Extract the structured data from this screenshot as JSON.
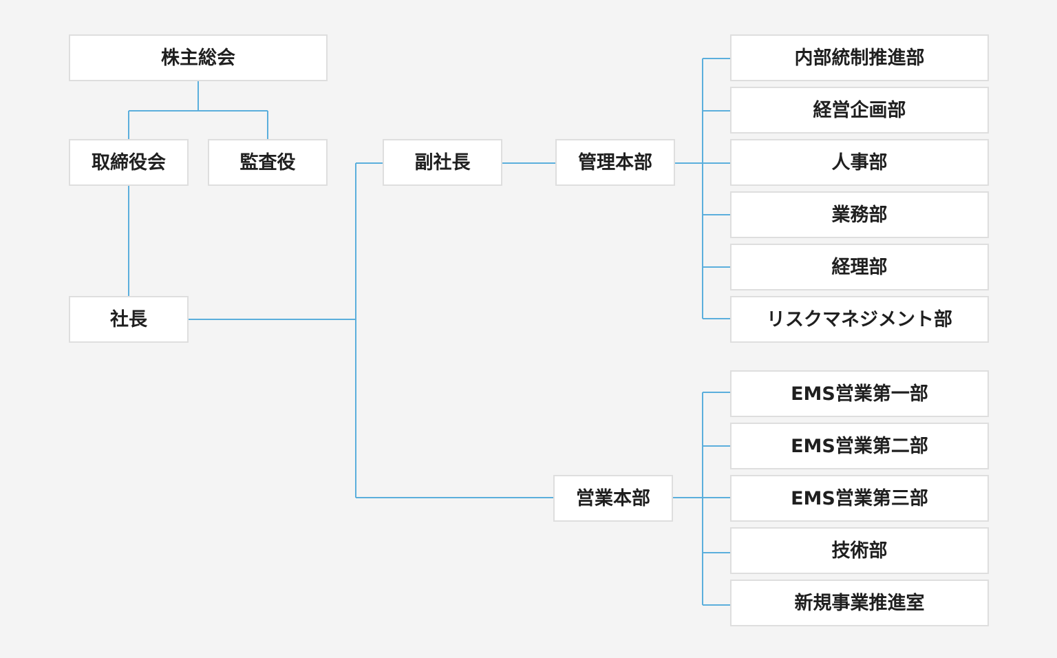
{
  "diagram": {
    "nodes": {
      "shareholders_meeting": "株主総会",
      "board_of_directors": "取締役会",
      "auditor": "監査役",
      "president": "社長",
      "vice_president": "副社長",
      "admin_hq": "管理本部",
      "sales_hq": "営業本部",
      "internal_control": "内部統制推進部",
      "corporate_planning": "経営企画部",
      "hr": "人事部",
      "operations": "業務部",
      "accounting": "経理部",
      "risk_management": "リスクマネジメント部",
      "ems_sales_1": "EMS営業第一部",
      "ems_sales_2": "EMS営業第二部",
      "ems_sales_3": "EMS営業第三部",
      "technology": "技術部",
      "new_business": "新規事業推進室"
    }
  },
  "colors": {
    "background": "#f4f4f4",
    "box_background": "#ffffff",
    "box_border": "#dedede",
    "connector": "#5aaedc",
    "text": "#1f1f1f"
  }
}
